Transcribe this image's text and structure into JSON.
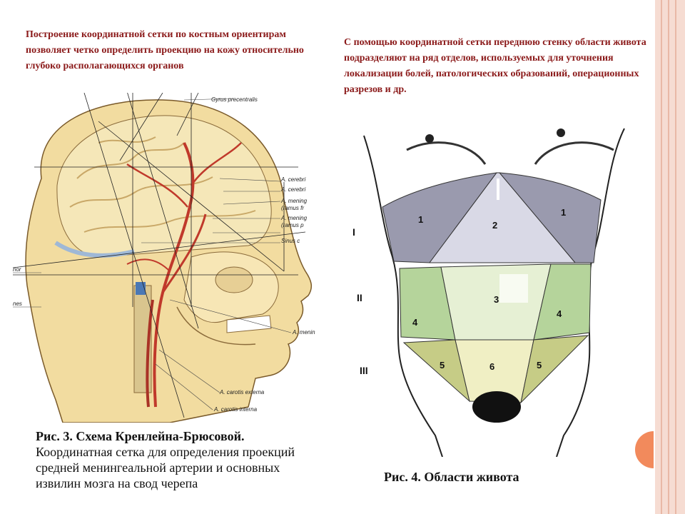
{
  "left_text": "Построение координатной сетки по костным ориентирам позволяет четко определить проекцию на кожу относительно глубоко располагающихся органов",
  "right_text": "С помощью координатной сетки переднюю стенку области живота подразделяют на ряд отделов, используемых для уточнения локализации болей, патологических образований, операционных разрезов и др.",
  "head_figure": {
    "labels": {
      "gyrus": "Gyrus precentralis",
      "cerebri1": "A. cerebri",
      "cerebri2": "A. cerebri",
      "mening1": "A. mening",
      "ramus1": "(ramus fr",
      "mening2": "A. mening",
      "ramus2": "(ramus p",
      "sinus": "Sinus c",
      "carotis_ext": "A. carotis externa",
      "carotis_int": "A. carotis interna",
      "mening3": "A. menin",
      "left1": "rior",
      "left2": "nes"
    },
    "caption_title": "Рис. 3. Схема Кренлейна-Брюсовой.",
    "caption_body": [
      "Координатная сетка для определения проекций",
      "средней менингеальной артерии и основных",
      "извилин мозга на свод черепа"
    ]
  },
  "abdomen_figure": {
    "rows": [
      "I",
      "II",
      "III"
    ],
    "zones": {
      "z1l": "1",
      "z1r": "1",
      "z2": "2",
      "z3": "3",
      "z4l": "4",
      "z4r": "4",
      "z5l": "5",
      "z5r": "5",
      "z6": "6"
    },
    "caption": "Рис. 4. Области живота"
  },
  "colors": {
    "heading_red": "#8b1a1a",
    "hypochondria": "#9a9aae",
    "epigastric": "#d9d9e6",
    "lateral": "#b5d49b",
    "umbilical": "#e6f0d4",
    "iliac": "#c6cc86",
    "pubic": "#f0efc4",
    "skull": "#f2dca0",
    "artery": "#c0392b",
    "accent_orange": "#f28a5c"
  }
}
